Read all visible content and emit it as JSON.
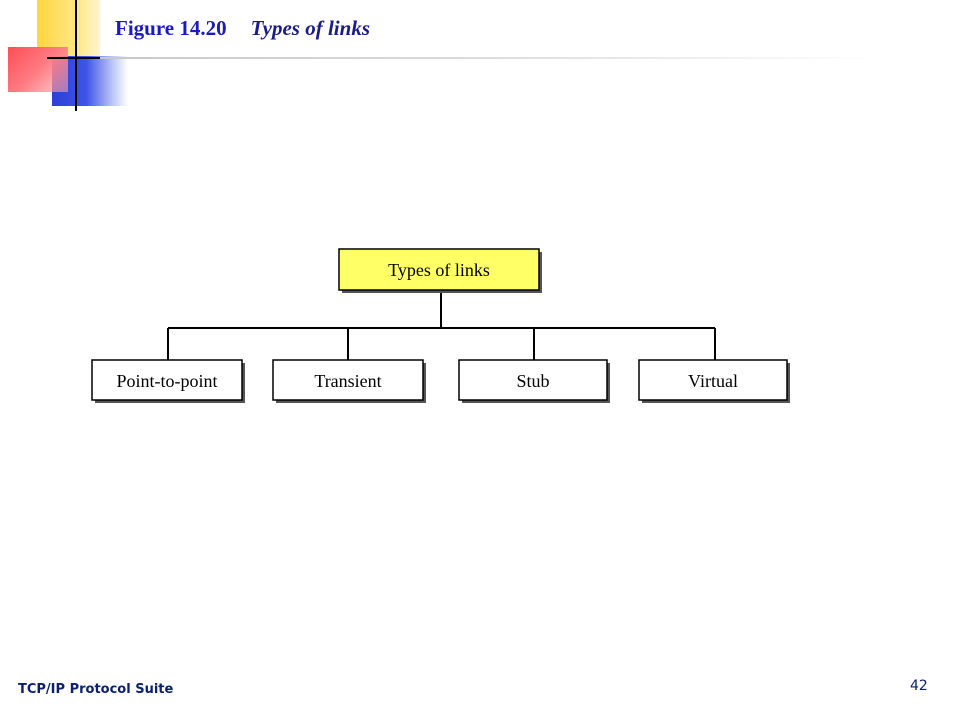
{
  "title": {
    "figure_number": "Figure 14.20",
    "caption": "Types of links"
  },
  "diagram": {
    "root": "Types of links",
    "children": [
      "Point-to-point",
      "Transient",
      "Stub",
      "Virtual"
    ],
    "root_fill": "#ffff66"
  },
  "footer": {
    "course": "TCP/IP Protocol Suite",
    "page_number": "42"
  }
}
